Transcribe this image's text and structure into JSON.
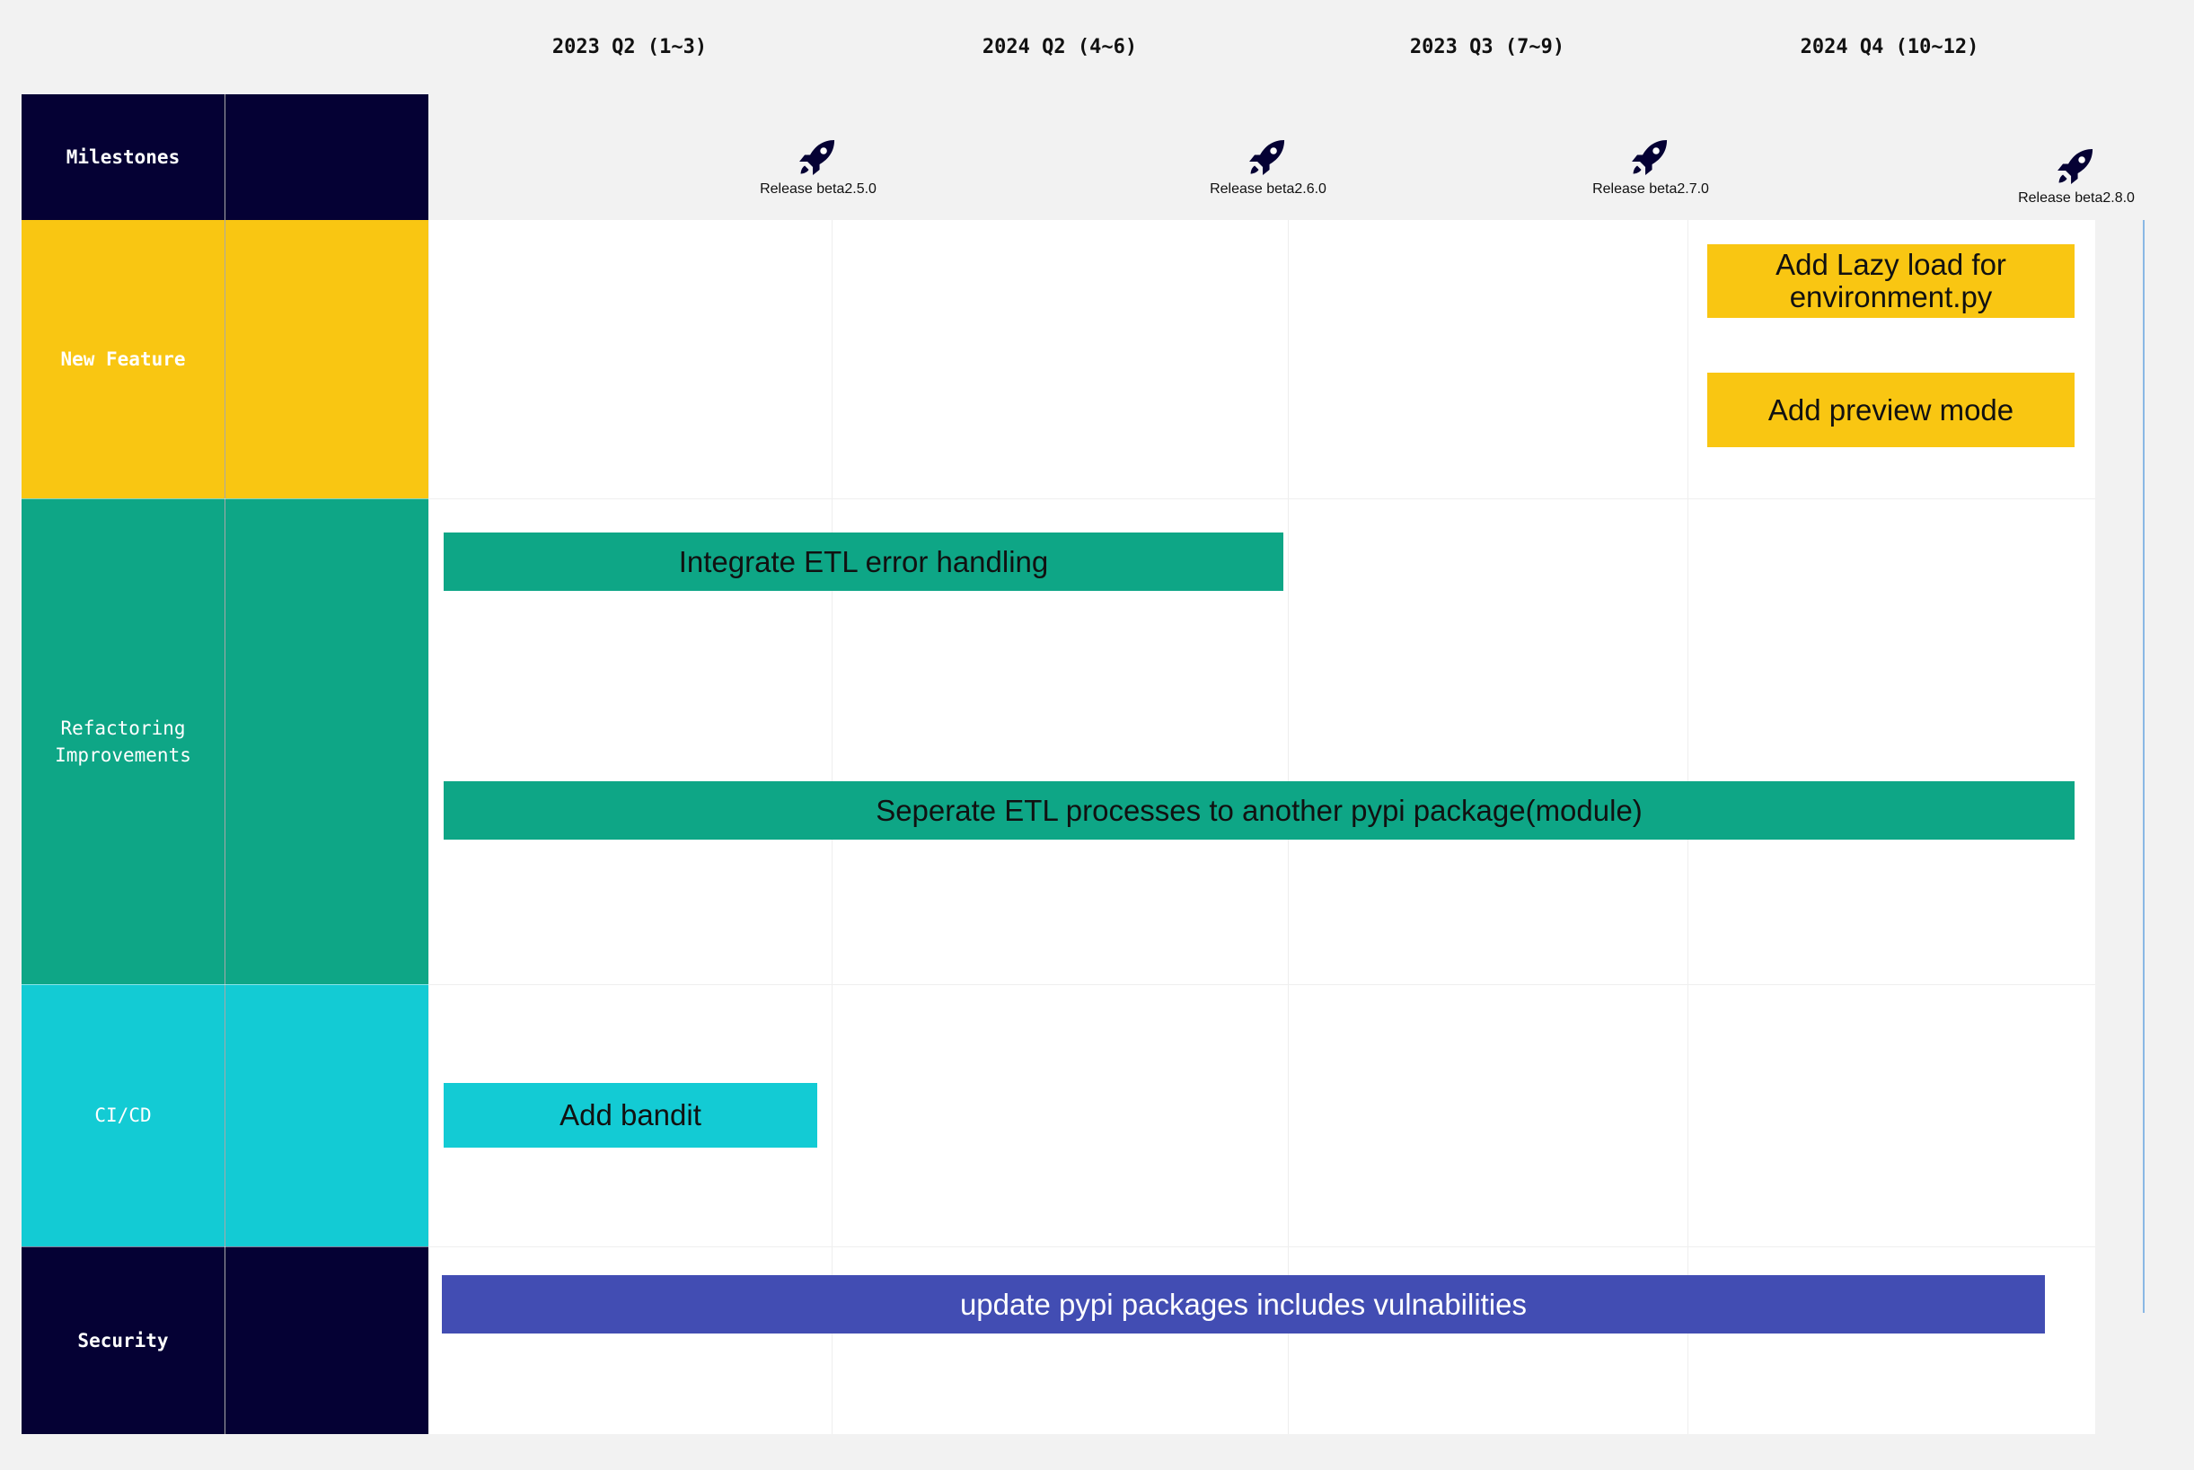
{
  "quarters": [
    "2023 Q2 (1~3)",
    "2024 Q2 (4~6)",
    "2023 Q3 (7~9)",
    "2024 Q4 (10~12)"
  ],
  "rows": {
    "milestones": "Milestones",
    "new_feature": "New Feature",
    "refactoring": "Refactoring\nImprovements",
    "cicd": "CI/CD",
    "security": "Security"
  },
  "milestones": [
    {
      "label": "Release beta2.5.0",
      "icon": "rocket-icon"
    },
    {
      "label": "Release beta2.6.0",
      "icon": "rocket-icon"
    },
    {
      "label": "Release beta2.7.0",
      "icon": "rocket-icon"
    },
    {
      "label": "Release beta2.8.0",
      "icon": "rocket-icon"
    }
  ],
  "tasks": {
    "lazy_load": "Add Lazy load for environment.py",
    "preview_mode": "Add preview mode",
    "etl_error": "Integrate ETL error handling",
    "etl_separate": "Seperate ETL processes to another pypi package(module)",
    "bandit": "Add bandit",
    "pypi_update": "update pypi packages includes vulnabilities"
  },
  "colors": {
    "navy": "#050134",
    "yellow": "#f9c612",
    "green": "#0ea686",
    "cyan": "#13cbd4",
    "indigo": "#424db3",
    "milestone_line": "#8ab8e4"
  }
}
